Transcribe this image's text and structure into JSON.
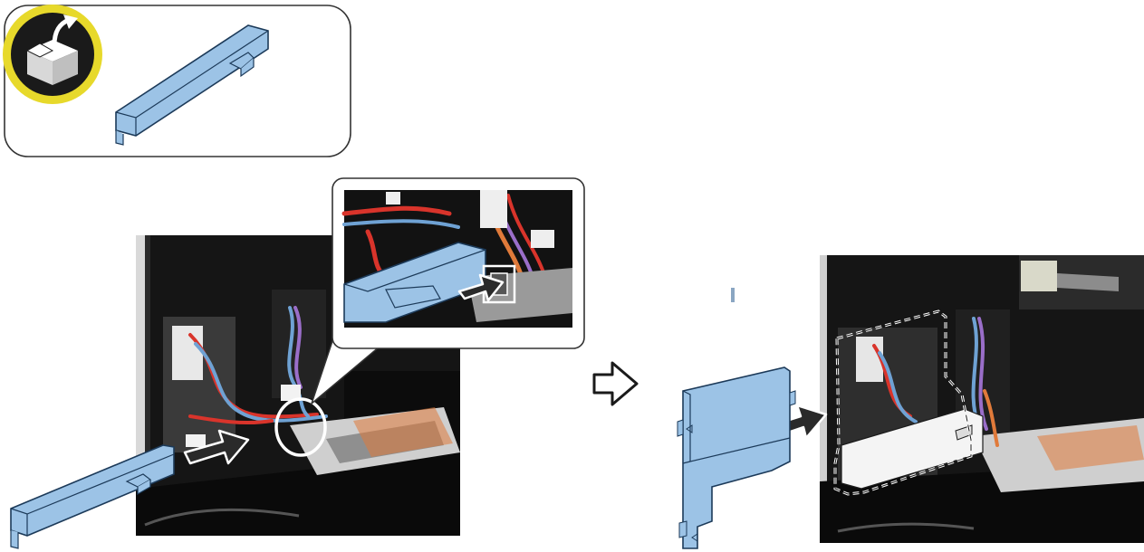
{
  "figure": {
    "parts_box": {
      "icon": "unpack-box-icon",
      "part": "blue-harness-cover-part"
    },
    "step_left": {
      "photo": "printer-interior-open-photo",
      "part": "blue-harness-cover-part",
      "arrow": "insert-arrow-icon",
      "zoom_marker": "detail-circle",
      "callout": {
        "photo": "harness-clip-closeup-photo",
        "arrow": "hook-arrow-icon"
      }
    },
    "transition_arrow": "next-step-arrow-icon",
    "step_right": {
      "photo": "printer-interior-installed-photo",
      "part": "blue-side-cover-part",
      "arrow": "attach-arrow-icon",
      "outline": "installed-cover-dashed-outline"
    },
    "colors": {
      "part_fill": "#9cc3e6",
      "part_stroke": "#1c3a59",
      "arrow_fill": "#2a2a2a",
      "badge_yellow": "#e7d92b",
      "machine_dark": "#151515",
      "wire_red": "#d9342b",
      "wire_blue": "#6fa2d4"
    }
  }
}
